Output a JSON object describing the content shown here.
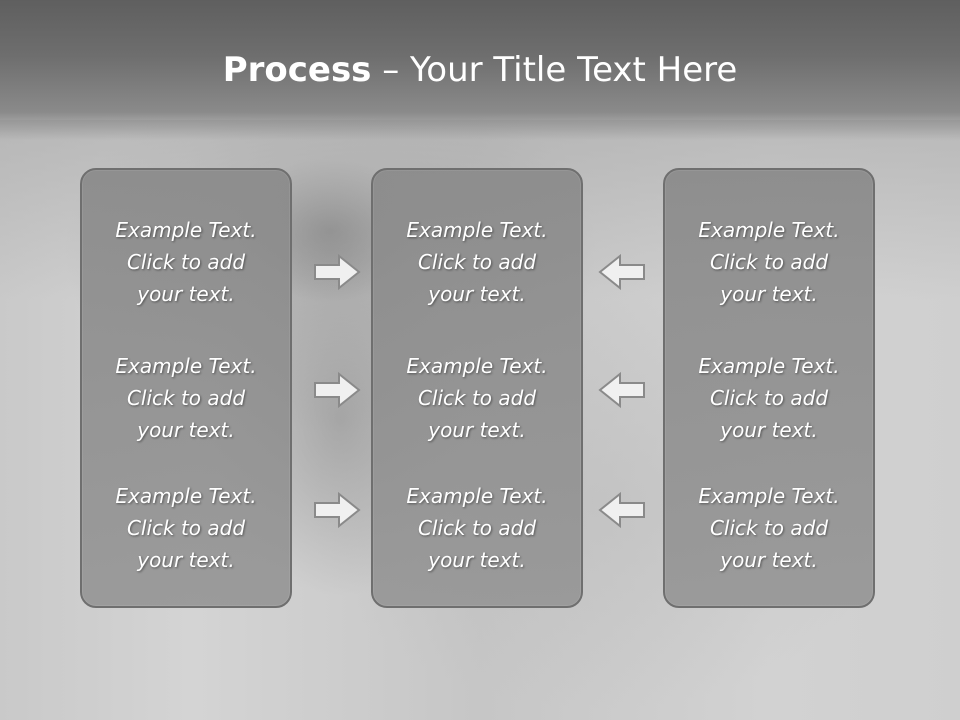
{
  "slide": {
    "title_bold": "Process",
    "title_rest": " – Your Title Text Here"
  },
  "panels": [
    {
      "items": [
        {
          "line1": "Example Text.",
          "line2": "Click  to add",
          "line3": "your text."
        },
        {
          "line1": "Example Text.",
          "line2": "Click  to add",
          "line3": "your text."
        },
        {
          "line1": "Example Text.",
          "line2": "Click  to add",
          "line3": "your text."
        }
      ]
    },
    {
      "items": [
        {
          "line1": "Example Text.",
          "line2": "Click  to add",
          "line3": "your text."
        },
        {
          "line1": "Example Text.",
          "line2": "Click  to add",
          "line3": "your text."
        },
        {
          "line1": "Example Text.",
          "line2": "Click  to add",
          "line3": "your text."
        }
      ]
    },
    {
      "items": [
        {
          "line1": "Example Text.",
          "line2": "Click  to add",
          "line3": "your text."
        },
        {
          "line1": "Example Text.",
          "line2": "Click  to add",
          "line3": "your text."
        },
        {
          "line1": "Example Text.",
          "line2": "Click  to add",
          "line3": "your text."
        }
      ]
    }
  ],
  "arrows": {
    "left_column": [
      "arrow-right-icon",
      "arrow-right-icon",
      "arrow-right-icon"
    ],
    "right_column": [
      "arrow-left-icon",
      "arrow-left-icon",
      "arrow-left-icon"
    ]
  },
  "colors": {
    "title_band": "#6a6a6a",
    "panel_fill": "#8f8f8f",
    "panel_border": "#6f6f6f",
    "text": "#ffffff"
  }
}
